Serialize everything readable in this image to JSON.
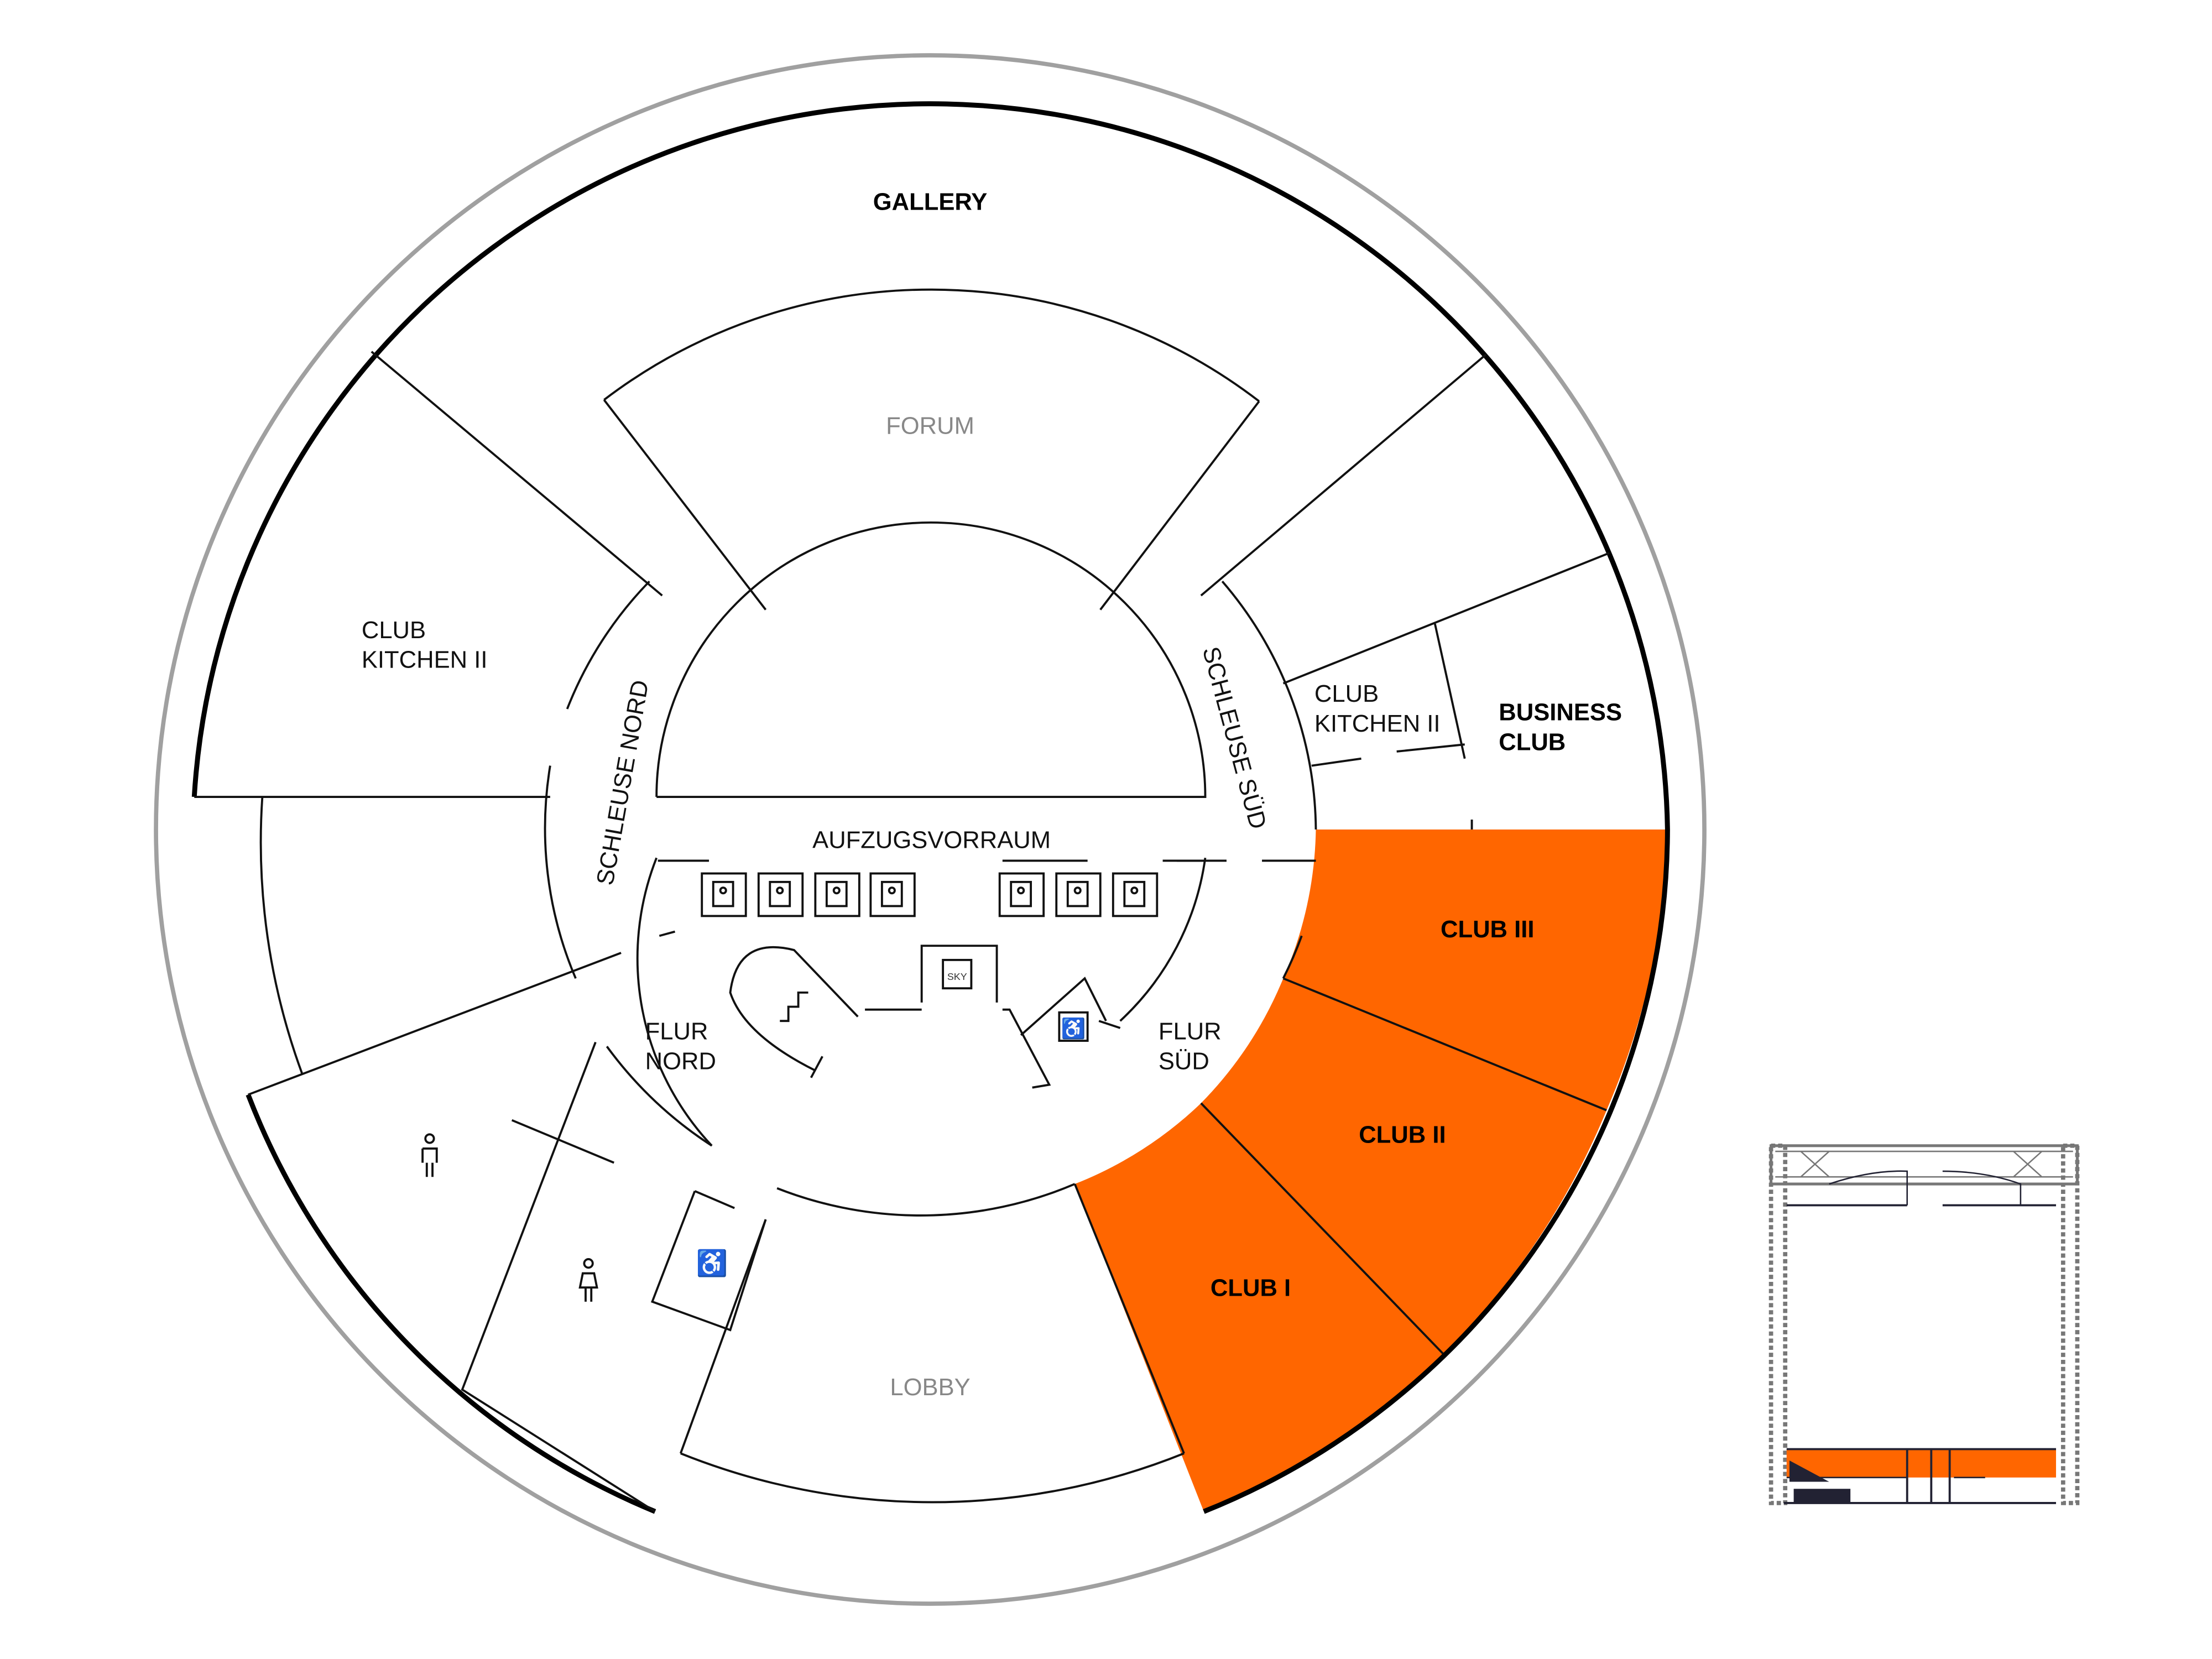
{
  "colors": {
    "highlight": "#ff6600",
    "outer_ring": "#a0a0a0",
    "wall": "#111111",
    "section_truss": "#777777"
  },
  "rooms": {
    "gallery": "GALLERY",
    "forum": "FORUM",
    "club_kitchen_left": [
      "CLUB",
      "KITCHEN II"
    ],
    "club_kitchen_right": [
      "CLUB",
      "KITCHEN II"
    ],
    "business_club": [
      "BUSINESS",
      "CLUB"
    ],
    "schleuse_nord": "SCHLEUSE NORD",
    "schleuse_sued": "SCHLEUSE SÜD",
    "aufzugsvorraum": "AUFZUGSVORRAUM",
    "flur_nord": [
      "FLUR",
      "NORD"
    ],
    "flur_sued": [
      "FLUR",
      "SÜD"
    ],
    "club_iii": "CLUB III",
    "club_ii": "CLUB II",
    "club_i": "CLUB I",
    "lobby": "LOBBY"
  },
  "icons": {
    "sky_elevator": "SKY",
    "elevator_count": 7
  }
}
